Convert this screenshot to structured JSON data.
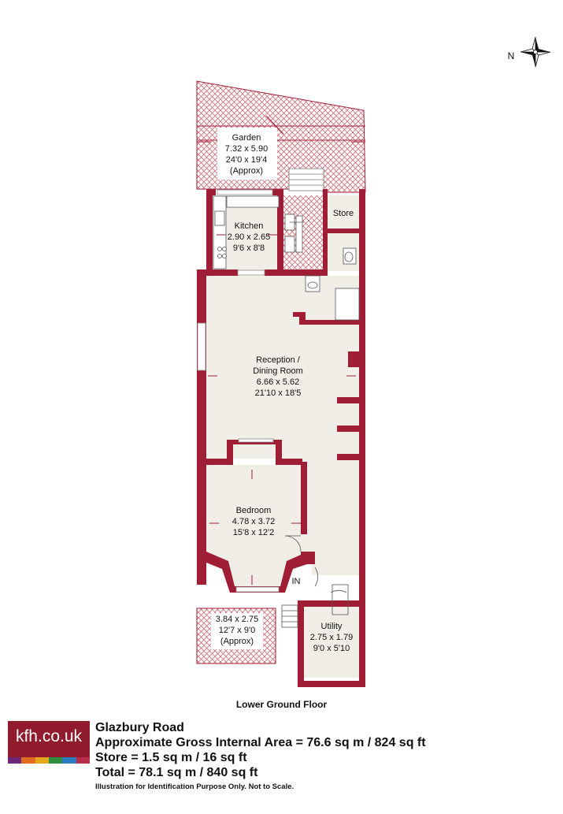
{
  "compass": {
    "label": "N"
  },
  "rooms": {
    "garden": {
      "name": "Garden",
      "metric": "7.32 x 5.90",
      "imperial": "24'0 x 19'4",
      "note": "(Approx)"
    },
    "store": {
      "name": "Store"
    },
    "kitchen": {
      "name": "Kitchen",
      "metric": "2.90 x 2.65",
      "imperial": "9'6 x 8'8"
    },
    "reception": {
      "name1": "Reception /",
      "name2": "Dining Room",
      "metric": "6.66 x 5.62",
      "imperial": "21'10 x 18'5"
    },
    "bedroom": {
      "name": "Bedroom",
      "metric": "4.78 x 3.72",
      "imperial": "15'8 x 12'2"
    },
    "front_area": {
      "metric": "3.84 x 2.75",
      "imperial": "12'7 x 9'0",
      "note": "(Approx)"
    },
    "utility": {
      "name": "Utility",
      "metric": "2.75 x 1.79",
      "imperial": "9'0 x 5'10"
    },
    "entrance": {
      "label": "IN"
    }
  },
  "floor_label": "Lower Ground Floor",
  "brand": {
    "logo_text": "kfh.co.uk",
    "stripe_colors": [
      "#6b2a78",
      "#e26d1f",
      "#e3a81d",
      "#2f8f3e",
      "#2a7bbf",
      "#b72d4a"
    ]
  },
  "info": {
    "title": "Glazbury Road",
    "gross_area": "Approximate Gross Internal Area = 76.6 sq m / 824 sq ft",
    "store_area": "Store = 1.5 sq m / 16 sq ft",
    "total_area": "Total = 78.1 sq m / 840 sq ft",
    "disclaimer": "Illustration for Identification Purpose Only. Not to Scale."
  },
  "colors": {
    "wall": "#a01e35",
    "floor": "#f1ede7",
    "hatch": "#cf6b78"
  }
}
